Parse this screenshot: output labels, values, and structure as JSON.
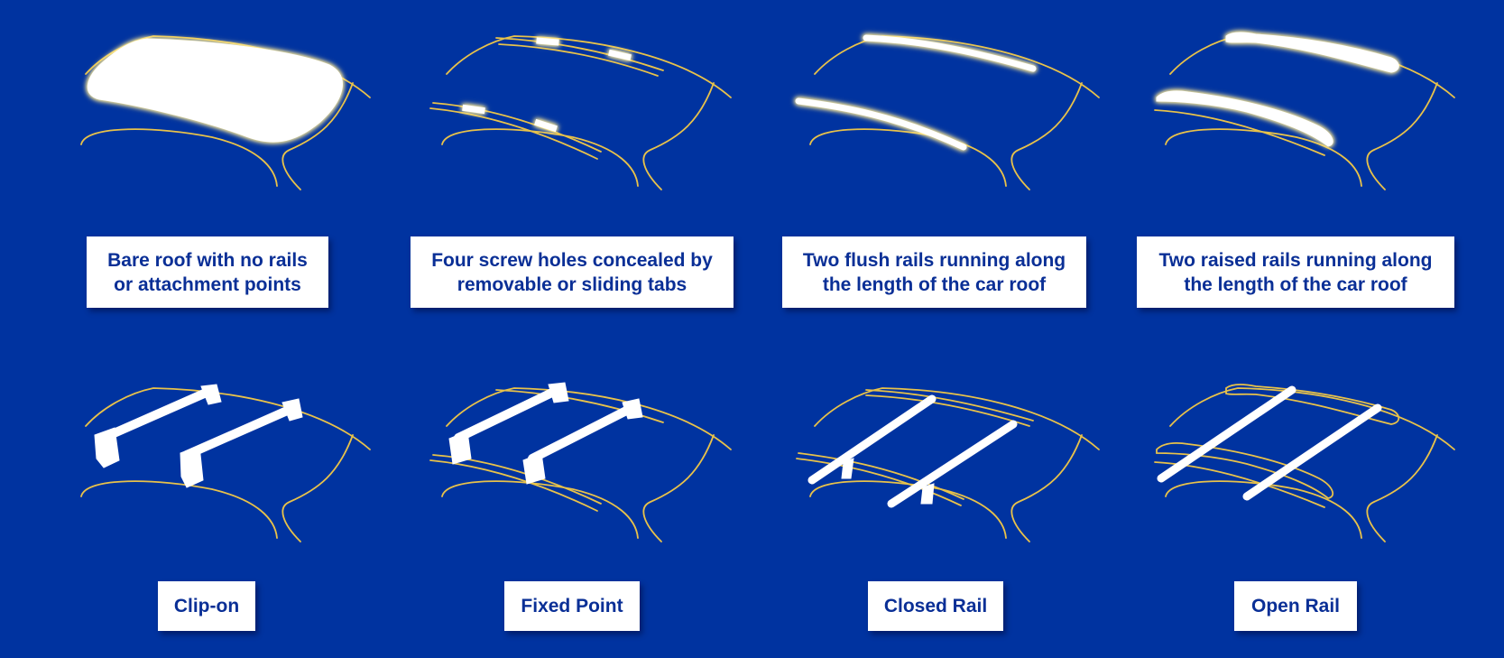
{
  "colors": {
    "background": "#0033a0",
    "outline": "#e8c24a",
    "highlight": "#ffffff",
    "text": "#0a2f96"
  },
  "panels": [
    {
      "description": "Bare roof with no rails or attachment points",
      "label": "Clip-on"
    },
    {
      "description": "Four screw holes concealed by removable or sliding tabs",
      "label": "Fixed Point"
    },
    {
      "description": "Two flush rails running along the length of the car roof",
      "label": "Closed Rail"
    },
    {
      "description": "Two raised rails running along the length of the car roof",
      "label": "Open Rail"
    }
  ]
}
